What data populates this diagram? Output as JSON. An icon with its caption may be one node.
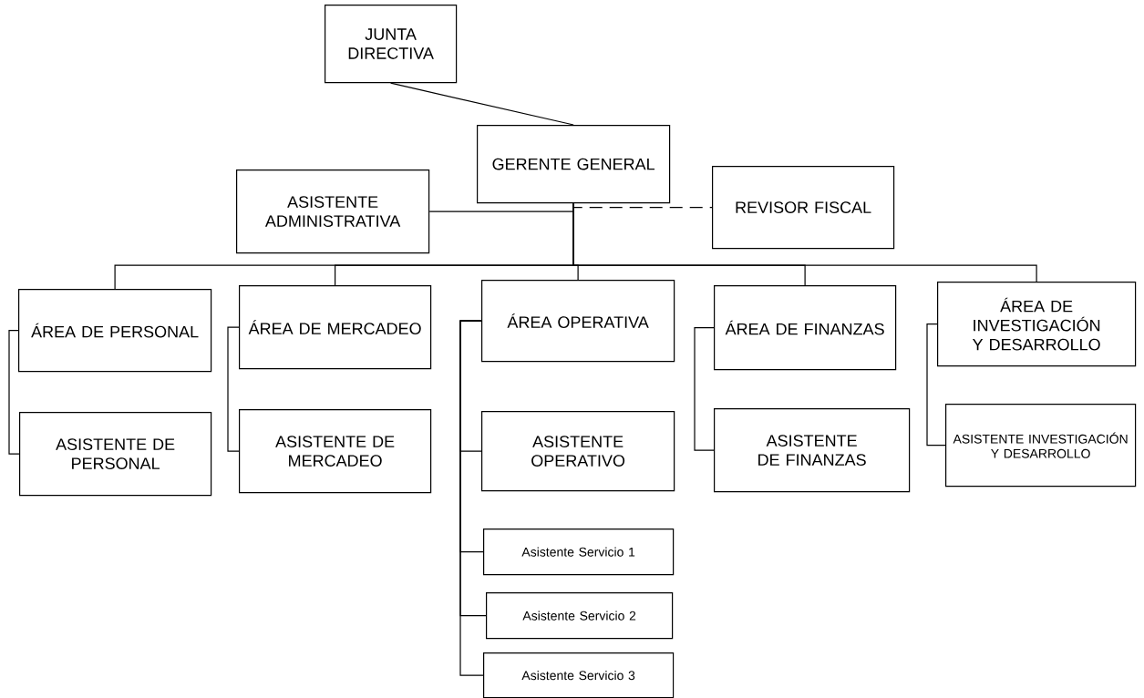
{
  "diagram": {
    "nodes": [
      {
        "text": [
          "JUNTA DIRECTIVA"
        ]
      },
      {
        "text": [
          "GERENTE GENERAL"
        ]
      },
      {
        "text": [
          "ASISTENTE ADMINISTRATIVA"
        ]
      },
      {
        "text": [
          "REVISOR FISCAL"
        ]
      },
      {
        "text": [
          "ÁREA DE PERSONAL"
        ]
      },
      {
        "text": [
          "ÁREA DE MERCADEO"
        ]
      },
      {
        "text": [
          "ÁREA OPERATIVA"
        ]
      },
      {
        "text": [
          "ÁREA DE FINANZAS"
        ]
      },
      {
        "text": [
          "ÁREA DE INVESTIGACIÓN Y DESARROLLO"
        ]
      },
      {
        "text": [
          "ASISTENTE DE PERSONAL"
        ]
      },
      {
        "text": [
          "ASISTENTE DE MERCADEO"
        ]
      },
      {
        "text": [
          "ASISTENTE OPERATIVO"
        ]
      },
      {
        "text": [
          "ASISTENTE DE FINANZAS"
        ]
      },
      {
        "text": [
          "ASISTENTE INVESTIGACIÓN Y DESARROLLO"
        ]
      },
      {
        "text": [
          "Asistente Servicio 1"
        ]
      },
      {
        "text": [
          "Asistente Servicio 2"
        ]
      },
      {
        "text": [
          "Asistente Servicio 3"
        ]
      }
    ],
    "edges": [
      {
        "from": 0,
        "to": 1,
        "arrow": "none"
      },
      {
        "from": 1,
        "to": 2,
        "arrow": "none"
      },
      {
        "from": 1,
        "to": 3,
        "arrow": "none",
        "style": "dashed"
      },
      {
        "from": 1,
        "to": 4,
        "arrow": "none"
      },
      {
        "from": 1,
        "to": 5,
        "arrow": "none"
      },
      {
        "from": 1,
        "to": 6,
        "arrow": "none"
      },
      {
        "from": 1,
        "to": 7,
        "arrow": "none"
      },
      {
        "from": 1,
        "to": 8,
        "arrow": "none"
      },
      {
        "from": 4,
        "to": 9,
        "arrow": "none"
      },
      {
        "from": 5,
        "to": 10,
        "arrow": "none"
      },
      {
        "from": 6,
        "to": 11,
        "arrow": "none"
      },
      {
        "from": 6,
        "to": 14,
        "arrow": "none"
      },
      {
        "from": 6,
        "to": 15,
        "arrow": "none"
      },
      {
        "from": 6,
        "to": 16,
        "arrow": "none"
      },
      {
        "from": 7,
        "to": 12,
        "arrow": "none"
      },
      {
        "from": 8,
        "to": 13,
        "arrow": "none"
      }
    ]
  }
}
